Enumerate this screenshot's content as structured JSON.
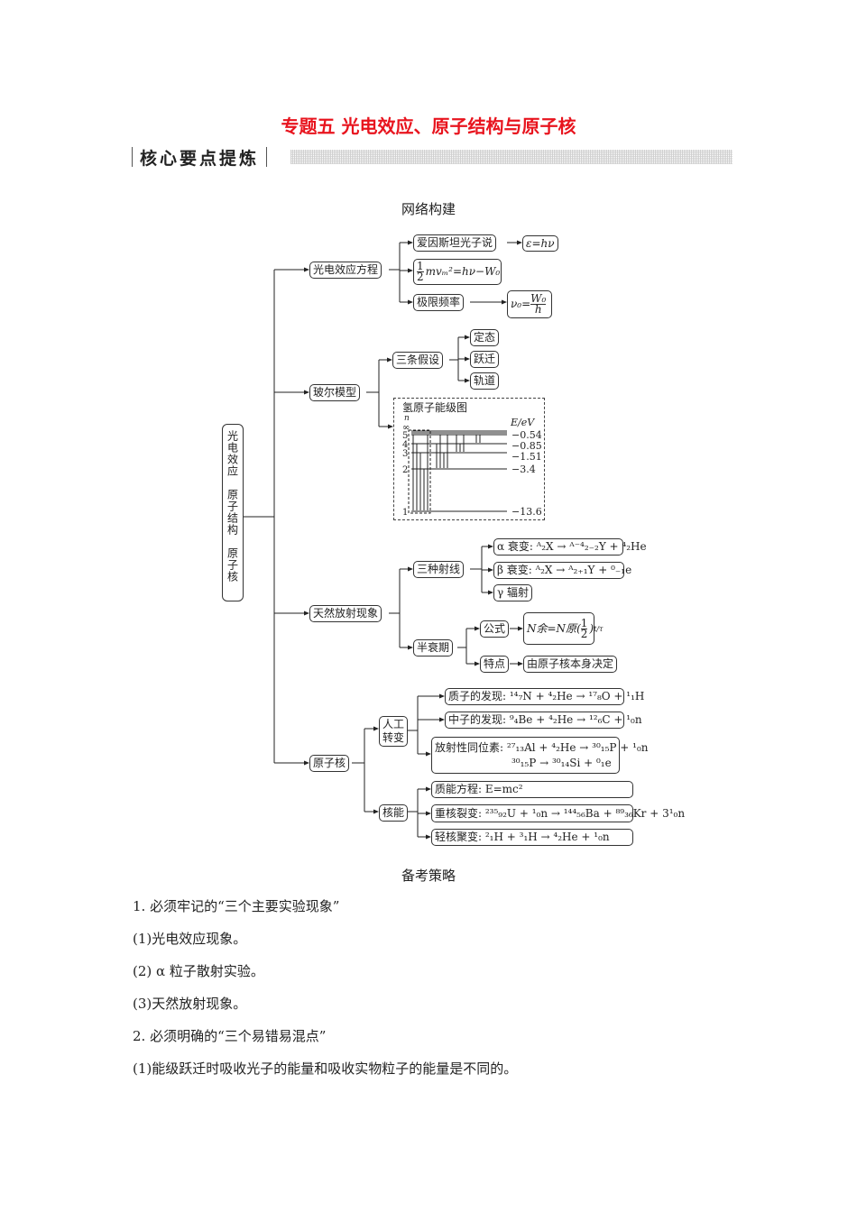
{
  "title": "专题五  光电效应、原子结构与原子核",
  "section": "核心要点提炼",
  "diagram": {
    "heading": "网络构建",
    "root": "光电效应　原子结构　原子核",
    "photo": {
      "label": "光电效应方程",
      "einstein": "爱因斯坦光子说",
      "eps": "ε=hν",
      "eq_num": "1",
      "eq_den": "2",
      "eq_rest": "mvₘ²=hν−W₀",
      "limit": "极限频率",
      "nu_lhs": "ν₀=",
      "nu_num": "W₀",
      "nu_den": "h"
    },
    "bohr": {
      "label": "玻尔模型",
      "hyp": "三条假设",
      "items": [
        "定态",
        "跃迁",
        "轨道"
      ],
      "levels": {
        "title": "氢原子能级图",
        "n": "n",
        "inf": "∞",
        "unit": "E/eV",
        "ns": [
          "5",
          "4",
          "3",
          "2",
          "1"
        ],
        "energies": [
          "−0.54",
          "−0.85",
          "−1.51",
          "−3.4",
          "−13.6"
        ]
      }
    },
    "decay": {
      "label": "天然放射现象",
      "rays": "三种射线",
      "alpha": "α 衰变: ᴬ₂X → ᴬ⁻⁴₂₋₂Y + ⁴₂He",
      "beta": "β 衰变: ᴬ₂X → ᴬ₂₊₁Y + ⁰₋₁e",
      "gamma": "γ 辐射",
      "half": "半衰期",
      "formula_lbl": "公式",
      "formula_lhs": "N余=N原",
      "formula_num": "1",
      "formula_den": "2",
      "formula_exp": "t/τ",
      "feature_lbl": "特点",
      "feature": "由原子核本身决定"
    },
    "nucleus": {
      "label": "原子核",
      "artificial": "人工转变",
      "proton": "质子的发现: ¹⁴₇N + ⁴₂He → ¹⁷₈O + ¹₁H",
      "neutron": "中子的发现: ⁹₄Be + ⁴₂He → ¹²₆C + ¹₀n",
      "iso1": "放射性同位素: ²⁷₁₃Al + ⁴₂He → ³⁰₁₅P + ¹₀n",
      "iso2": "³⁰₁₅P → ³⁰₁₄Si + ⁰₁e",
      "energy": "核能",
      "massE": "质能方程: E=mc²",
      "fission": "重核裂变: ²³⁵₉₂U + ¹₀n → ¹⁴⁴₅₆Ba + ⁸⁹₃₆Kr + 3¹₀n",
      "fusion": "轻核聚变: ²₁H + ³₁H → ⁴₂He + ¹₀n"
    }
  },
  "strategy": {
    "heading": "备考策略",
    "lines": [
      "1. 必须牢记的“三个主要实验现象”",
      "(1)光电效应现象。",
      "(2) α 粒子散射实验。",
      "(3)天然放射现象。",
      "2. 必须明确的“三个易错易混点”",
      "(1)能级跃迁时吸收光子的能量和吸收实物粒子的能量是不同的。"
    ]
  }
}
